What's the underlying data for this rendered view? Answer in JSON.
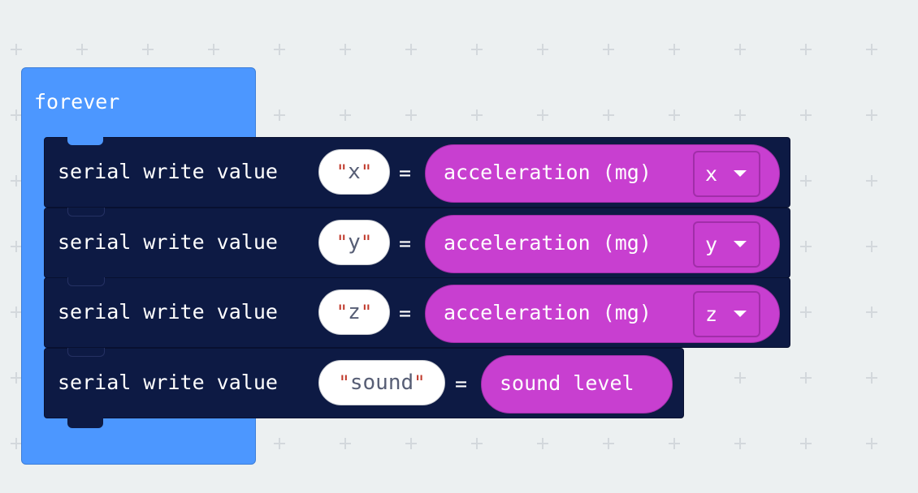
{
  "workspace": {
    "loop_label": "forever",
    "blocks": [
      {
        "label": "serial write value",
        "name": "x",
        "equals": "=",
        "reporter": "acceleration (mg)",
        "axis": "x"
      },
      {
        "label": "serial write value",
        "name": "y",
        "equals": "=",
        "reporter": "acceleration (mg)",
        "axis": "y"
      },
      {
        "label": "serial write value",
        "name": "z",
        "equals": "=",
        "reporter": "acceleration (mg)",
        "axis": "z"
      },
      {
        "label": "serial write value",
        "name": "sound",
        "equals": "=",
        "reporter": "sound level"
      }
    ]
  },
  "colors": {
    "loop": "#4c97ff",
    "serial_block": "#0d1a44",
    "reporter": "#c83fd0",
    "background": "#ecf0f1"
  },
  "icons": {
    "dropdown": "chevron-down-icon"
  }
}
